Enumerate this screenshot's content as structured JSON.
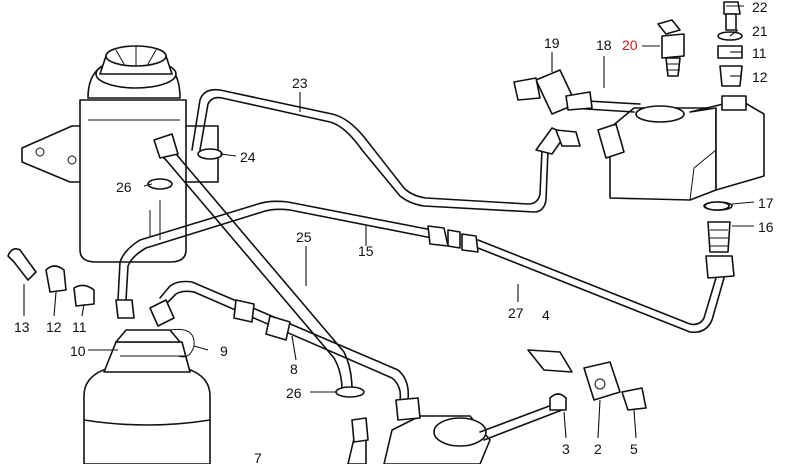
{
  "diagram": {
    "accent_color": "#c81818",
    "labels": {
      "n22": "22",
      "n21": "21",
      "n11a": "11",
      "n12a": "12",
      "n18": "18",
      "n19": "19",
      "n20": "20",
      "n23": "23",
      "n24": "24",
      "n26a": "26",
      "n17": "17",
      "n16": "16",
      "n15": "15",
      "n25": "25",
      "n27": "27",
      "n4": "4",
      "n13": "13",
      "n12b": "12",
      "n11b": "11",
      "n10": "10",
      "n9": "9",
      "n8": "8",
      "n26b": "26",
      "n3": "3",
      "n2": "2",
      "n5": "5",
      "n7": "7"
    }
  }
}
